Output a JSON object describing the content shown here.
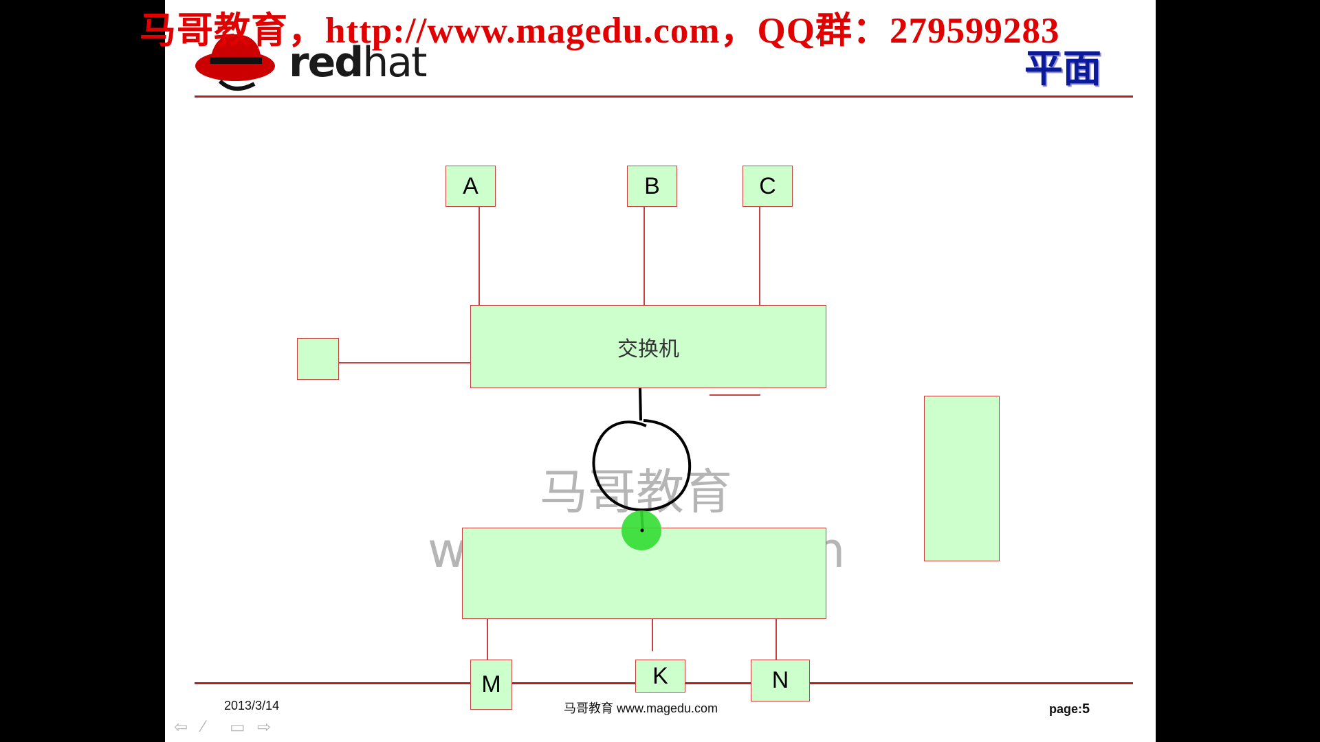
{
  "banner": {
    "text": "马哥教育，http://www.magedu.com，QQ群：279599283"
  },
  "logo": {
    "brand": "redhat",
    "icon": "redhat-shadowman-icon",
    "color": "#cc0000"
  },
  "slide": {
    "title": "平面"
  },
  "diagram": {
    "hosts_top": [
      "A",
      "B",
      "C"
    ],
    "switch_label": "交换机",
    "hosts_bottom": [
      "M",
      "K",
      "N"
    ]
  },
  "watermark": {
    "line1": "马哥教育",
    "line2_left": "w",
    "line2_right": "n"
  },
  "footer": {
    "date": "2013/3/14",
    "center": "马哥教育 www.magedu.com",
    "page_label": "page:",
    "page_number": "5"
  },
  "nav_icons": [
    "back-arrow-icon",
    "pen-icon",
    "menu-icon",
    "forward-arrow-icon"
  ],
  "colors": {
    "box_fill": "#ccffcc",
    "box_border": "#c84040",
    "banner": "#e00000",
    "title": "#0a1a9a"
  }
}
